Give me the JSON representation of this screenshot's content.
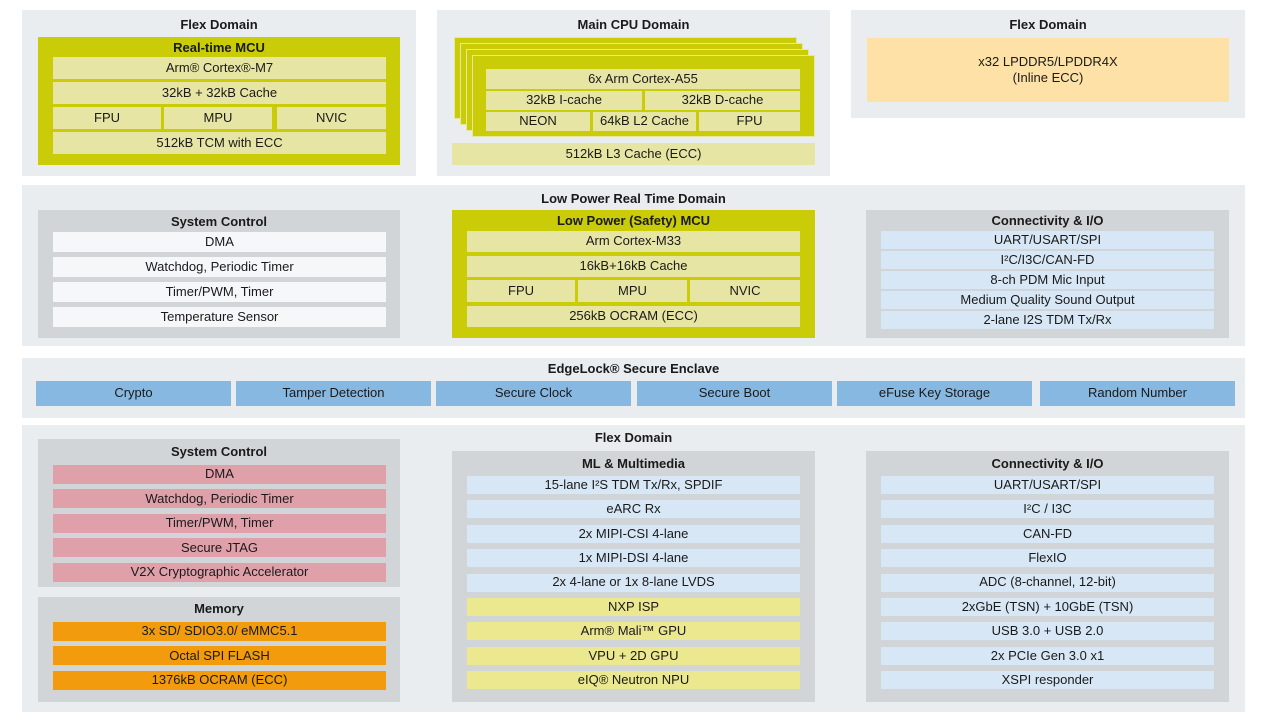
{
  "top_flex_domain": {
    "title": "Flex Domain",
    "mcu": {
      "title": "Real-time MCU",
      "core": "Arm® Cortex®-M7",
      "cache": "32kB + 32kB Cache",
      "fpu": "FPU",
      "mpu": "MPU",
      "nvic": "NVIC",
      "tcm": "512kB TCM with ECC"
    }
  },
  "main_cpu": {
    "title": "Main CPU Domain",
    "cores": "6x Arm Cortex-A55",
    "icache": "32kB I-cache",
    "dcache": "32kB D-cache",
    "neon": "NEON",
    "l2": "64kB L2 Cache",
    "fpu": "FPU",
    "l3": "512kB L3 Cache (ECC)"
  },
  "top_right_flex": {
    "title": "Flex Domain",
    "memory": "x32 LPDDR5/LPDDR4X\n(Inline ECC)"
  },
  "low_power": {
    "title": "Low Power Real Time Domain",
    "system_control": {
      "title": "System Control",
      "items": [
        "DMA",
        "Watchdog, Periodic Timer",
        "Timer/PWM, Timer",
        "Temperature Sensor"
      ]
    },
    "mcu": {
      "title": "Low Power (Safety) MCU",
      "core": "Arm Cortex-M33",
      "cache": "16kB+16kB Cache",
      "fpu": "FPU",
      "mpu": "MPU",
      "nvic": "NVIC",
      "ocram": "256kB OCRAM (ECC)"
    },
    "connectivity": {
      "title": "Connectivity & I/O",
      "items": [
        "UART/USART/SPI",
        "I²C/I3C/CAN-FD",
        "8-ch PDM Mic Input",
        "Medium Quality Sound Output",
        "2-lane I2S TDM Tx/Rx"
      ]
    }
  },
  "edgelock": {
    "title": "EdgeLock® Secure Enclave",
    "items": [
      "Crypto",
      "Tamper Detection",
      "Secure Clock",
      "Secure Boot",
      "eFuse Key Storage",
      "Random Number"
    ]
  },
  "bottom_flex": {
    "title": "Flex Domain",
    "system_control": {
      "title": "System Control",
      "items": [
        "DMA",
        "Watchdog, Periodic Timer",
        "Timer/PWM, Timer",
        "Secure JTAG",
        "V2X Cryptographic Accelerator"
      ]
    },
    "memory": {
      "title": "Memory",
      "items": [
        "3x SD/ SDIO3.0/ eMMC5.1",
        "Octal SPI FLASH",
        "1376kB OCRAM (ECC)"
      ]
    },
    "ml": {
      "title": "ML & Multimedia",
      "items": [
        "15-lane I²S TDM Tx/Rx, SPDIF",
        "eARC Rx",
        "2x MIPI-CSI 4-lane",
        "1x MIPI-DSI 4-lane",
        "2x 4-lane or 1x 8-lane LVDS",
        "NXP ISP",
        "Arm® Mali™ GPU",
        "VPU + 2D GPU",
        "eIQ® Neutron NPU"
      ]
    },
    "connectivity": {
      "title": "Connectivity & I/O",
      "items": [
        "UART/USART/SPI",
        "I²C / I3C",
        "CAN-FD",
        "FlexIO",
        "ADC (8-channel, 12-bit)",
        "2xGbE (TSN) + 10GbE (TSN)",
        "USB 3.0 + USB 2.0",
        "2x PCIe Gen 3.0 x1",
        "XSPI responder"
      ]
    }
  },
  "colors": {
    "mcu": "#c9cc07",
    "mcu_row": "#e7e5a3",
    "secure": "#86b8e2",
    "safety_red": "#e0a0aa",
    "memory_orange": "#f29b0d",
    "ddr": "#fde1a6",
    "io_blue": "#d7e7f5",
    "ml_yellow": "#ece88f"
  }
}
